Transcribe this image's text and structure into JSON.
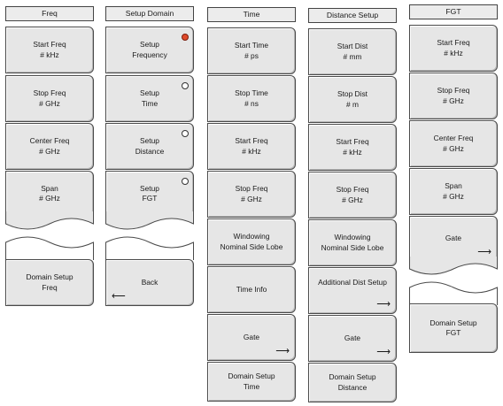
{
  "menus": {
    "freq": {
      "title": "Freq",
      "keys": [
        {
          "line1": "Start Freq",
          "line2": "# kHz"
        },
        {
          "line1": "Stop Freq",
          "line2": "# GHz"
        },
        {
          "line1": "Center Freq",
          "line2": "# GHz"
        },
        {
          "line1": "Span",
          "line2": "# GHz"
        },
        {
          "line1": "Domain Setup",
          "line2": "Freq"
        }
      ]
    },
    "setup_domain": {
      "title": "Setup Domain",
      "keys": [
        {
          "line1": "Setup",
          "line2": "Frequency"
        },
        {
          "line1": "Setup",
          "line2": "Time"
        },
        {
          "line1": "Setup",
          "line2": "Distance"
        },
        {
          "line1": "Setup",
          "line2": "FGT"
        },
        {
          "line1": "Back"
        }
      ],
      "selected": "Frequency",
      "arrows": {
        "left": "⟵"
      }
    },
    "time": {
      "title": "Time",
      "keys": [
        {
          "line1": "Start Time",
          "line2": "# ps"
        },
        {
          "line1": "Stop Time",
          "line2": "# ns"
        },
        {
          "line1": "Start Freq",
          "line2": "# kHz"
        },
        {
          "line1": "Stop Freq",
          "line2": "# GHz"
        },
        {
          "line1": "Windowing",
          "line2": "Nominal Side Lobe"
        },
        {
          "line1": "Time Info"
        },
        {
          "line1": "Gate"
        },
        {
          "line1": "Domain Setup",
          "line2": "Time"
        }
      ],
      "arrows": {
        "right": "⟶"
      }
    },
    "distance_setup": {
      "title": "Distance Setup",
      "keys": [
        {
          "line1": "Start Dist",
          "line2": "# mm"
        },
        {
          "line1": "Stop Dist",
          "line2": "# m"
        },
        {
          "line1": "Start Freq",
          "line2": "# kHz"
        },
        {
          "line1": "Stop Freq",
          "line2": "# GHz"
        },
        {
          "line1": "Windowing",
          "line2": "Nominal Side Lobe"
        },
        {
          "line1": "Additional Dist Setup"
        },
        {
          "line1": "Gate"
        },
        {
          "line1": "Domain Setup",
          "line2": "Distance"
        }
      ],
      "arrows": {
        "right": "⟶"
      }
    },
    "fgt": {
      "title": "FGT",
      "keys": [
        {
          "line1": "Start Freq",
          "line2": "# kHz"
        },
        {
          "line1": "Stop Freq",
          "line2": "# GHz"
        },
        {
          "line1": "Center Freq",
          "line2": "# GHz"
        },
        {
          "line1": "Span",
          "line2": "# GHz"
        },
        {
          "line1": "Gate"
        },
        {
          "line1": "Domain Setup",
          "line2": "FGT"
        }
      ],
      "arrows": {
        "right": "⟶"
      }
    }
  },
  "colors": {
    "key_fill": "#e6e6e6",
    "title_fill": "#ececec",
    "border": "#4a4a4a",
    "radio_selected": "#e04a2a"
  },
  "icons": {
    "submenu_arrow": "arrow-right-icon",
    "back_arrow": "arrow-left-icon",
    "radio": "radio-indicator-icon",
    "break": "menu-break-wave-icon"
  }
}
